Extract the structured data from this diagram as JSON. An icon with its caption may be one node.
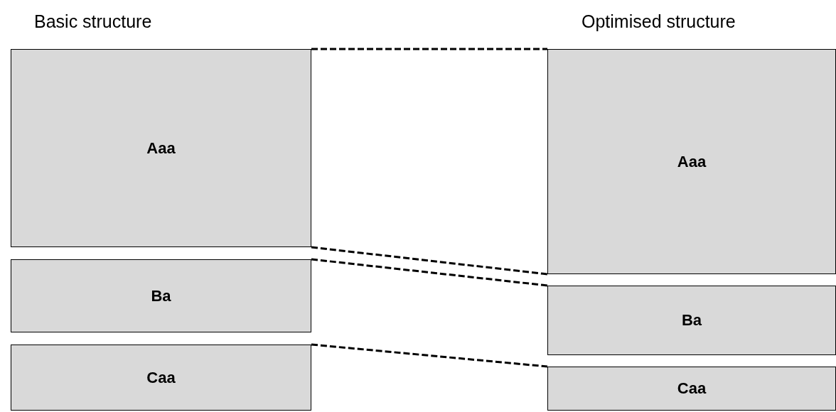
{
  "diagram": {
    "nodes": [
      {
        "text": [
          "Aaa"
        ]
      },
      {
        "text": [
          "Ba"
        ]
      },
      {
        "text": [
          "Caa"
        ]
      },
      {
        "text": [
          "Aaa"
        ]
      },
      {
        "text": [
          "Ba"
        ]
      },
      {
        "text": [
          "Caa"
        ]
      }
    ],
    "edges": [
      {
        "from": 0,
        "to": 3,
        "arrow": "none",
        "style": "dashed"
      },
      {
        "from": 0,
        "to": 3,
        "arrow": "none",
        "style": "dashed"
      },
      {
        "from": 1,
        "to": 4,
        "arrow": "none",
        "style": "dashed"
      },
      {
        "from": 2,
        "to": 5,
        "arrow": "none",
        "style": "dashed"
      }
    ],
    "labels": [
      "Basic structure",
      "Optimised structure"
    ]
  }
}
